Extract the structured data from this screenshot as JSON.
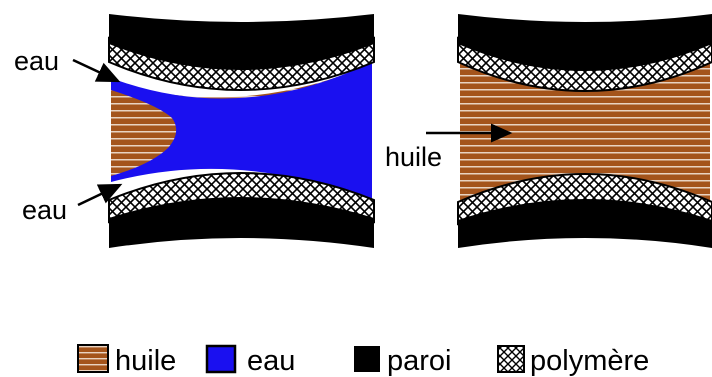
{
  "figure": {
    "left_panel": {
      "labels": {
        "water_top": "eau",
        "water_bottom": "eau"
      }
    },
    "right_panel": {
      "labels": {
        "oil": "huile"
      }
    }
  },
  "legend": {
    "items": [
      {
        "label": "huile",
        "icon": "oil-stripes-swatch"
      },
      {
        "label": "eau",
        "icon": "water-blue-swatch"
      },
      {
        "label": "paroi",
        "icon": "wall-black-swatch"
      },
      {
        "label": "polymère",
        "icon": "polymer-crosshatch-swatch"
      }
    ]
  },
  "colors": {
    "oil": "#a4541b",
    "oil_stripe": "#e9d3c1",
    "water": "#1a10f0",
    "wall": "#000000",
    "polymer_bg": "#ffffff",
    "polymer_hatch": "#000000"
  }
}
